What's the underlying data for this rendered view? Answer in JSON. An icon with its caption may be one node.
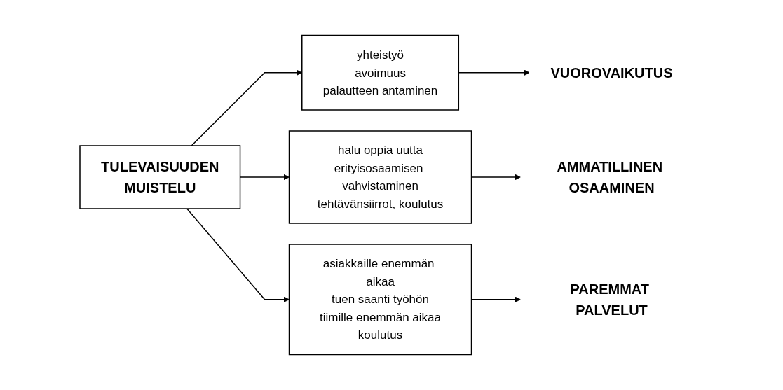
{
  "diagram": {
    "nodes": [
      {
        "text": [
          "TULEVAISUUDEN",
          "MUISTELU"
        ]
      },
      {
        "text": [
          "yhteistyö",
          "avoimuus",
          "palautteen antaminen"
        ]
      },
      {
        "text": [
          "halu oppia uutta",
          "erityisosaamisen vahvistaminen",
          "tehtävänsiirrot, koulutus"
        ]
      },
      {
        "text": [
          "asiakkaille enemmän aikaa",
          "tuen saanti työhön",
          "tiimille enemmän aikaa",
          "koulutus"
        ]
      },
      {
        "text": [
          "VUOROVAIKUTUS"
        ]
      },
      {
        "text": [
          "AMMATILLINEN OSAAMINEN"
        ]
      },
      {
        "text": [
          "PAREMMAT PALVELUT"
        ]
      }
    ],
    "edges": [
      {
        "from": 0,
        "to": 1,
        "arrow": "to"
      },
      {
        "from": 0,
        "to": 2,
        "arrow": "to"
      },
      {
        "from": 0,
        "to": 3,
        "arrow": "to"
      },
      {
        "from": 1,
        "to": 4,
        "arrow": "to"
      },
      {
        "from": 2,
        "to": 5,
        "arrow": "to"
      },
      {
        "from": 3,
        "to": 6,
        "arrow": "to"
      }
    ]
  }
}
